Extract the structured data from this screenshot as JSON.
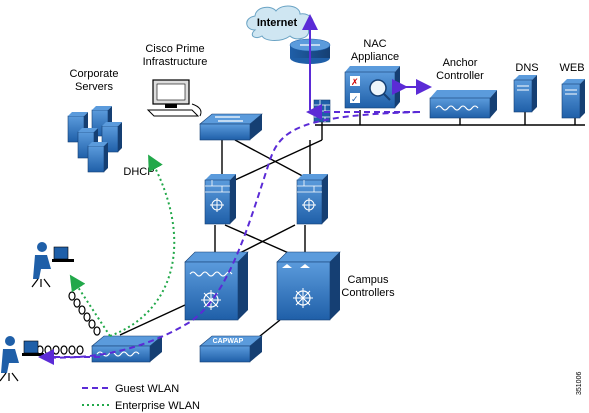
{
  "labels": {
    "internet": "Internet",
    "nac_line1": "NAC",
    "nac_line2": "Appliance",
    "anchor_line1": "Anchor",
    "anchor_line2": "Controller",
    "dns": "DNS",
    "web": "WEB",
    "prime_line1": "Cisco Prime",
    "prime_line2": "Infrastructure",
    "corp_line1": "Corporate",
    "corp_line2": "Servers",
    "dhcp": "DHCP",
    "campus_line1": "Campus",
    "campus_line2": "Controllers",
    "capwap": "CAPWAP",
    "figure_id": "351006"
  },
  "legend": [
    {
      "label": "Guest WLAN",
      "color": "#5b2bd6",
      "style": "dashed"
    },
    {
      "label": "Enterprise WLAN",
      "color": "#22a84a",
      "style": "dotted"
    }
  ],
  "colors": {
    "device_blue": "#1f5fa8",
    "device_light": "#3d86d1",
    "cloud": "#cfe6f2",
    "guest_path": "#5b2bd6",
    "enterprise_path": "#22a84a",
    "link": "#000000"
  }
}
